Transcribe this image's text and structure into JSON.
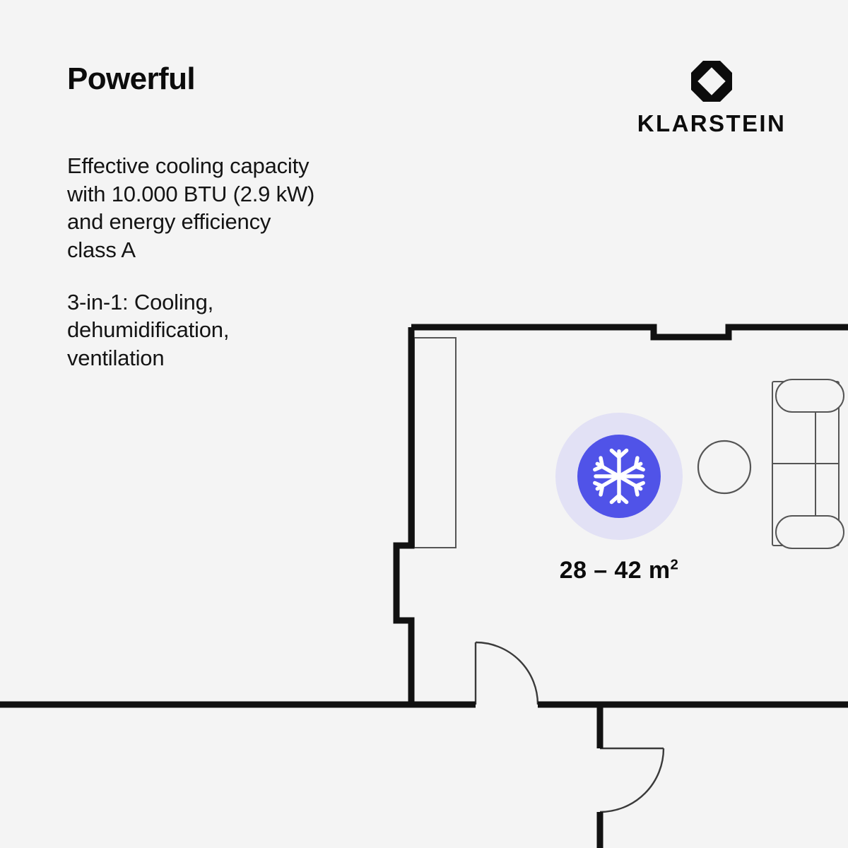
{
  "background_color": "#f4f4f4",
  "headline": "Powerful",
  "features": [
    "Effective cooling capacity\nwith 10.000 BTU (2.9 kW)\nand energy efficiency\nclass A",
    "3-in-1: Cooling,\ndehumidification,\nventilation"
  ],
  "brand": {
    "name": "KLARSTEIN",
    "mark_icon": "octagon-diamond-logo-icon",
    "mark_color": "#0c0c0c"
  },
  "badge": {
    "icon": "snowflake-icon",
    "icon_color": "#ffffff",
    "core_color": "#5053e8",
    "halo_color": "#e2e1f5",
    "area_value": "28 – 42 m",
    "area_unit": "2"
  },
  "floorplan": {
    "wall_color": "#111111",
    "furniture_stroke": "#555555",
    "door_arc_color": "#444444",
    "elements": [
      "window",
      "door-top",
      "door-bottom",
      "sofa",
      "round-table",
      "wall-alcove-notch"
    ]
  }
}
